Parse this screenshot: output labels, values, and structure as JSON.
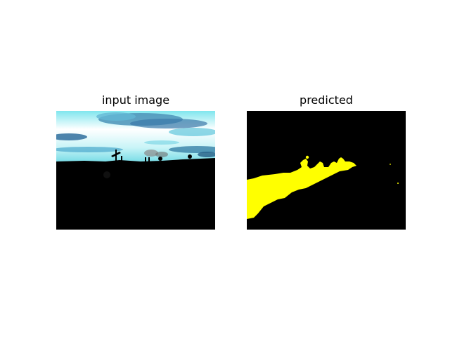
{
  "figure": {
    "panels": [
      {
        "title": "input image",
        "content": "photo"
      },
      {
        "title": "predicted",
        "content": "segmentation-mask"
      }
    ]
  },
  "colors": {
    "background": "#ffffff",
    "sky_bright": "#ffffff",
    "sky_cyan": "#5ee0e8",
    "cloud_blue": "#3a6f9a",
    "ground": "#000000",
    "mask_background": "#000000",
    "mask_foreground": "#ffff00"
  }
}
